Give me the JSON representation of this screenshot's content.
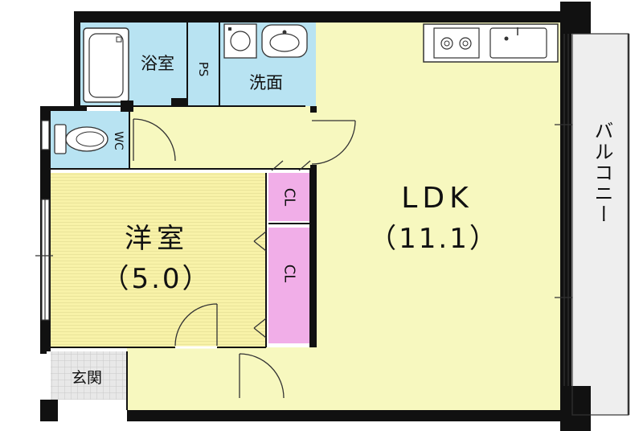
{
  "rooms": {
    "bath": "浴室",
    "ps": "PS",
    "washroom": "洗面",
    "wc": "WC",
    "ldk": "LDK",
    "ldk_size": "（11.1）",
    "western": "洋室",
    "western_size": "（5.0）",
    "cl_upper": "CL",
    "cl_lower": "CL",
    "entrance": "玄関",
    "balcony": "バルコニー"
  },
  "colors": {
    "ldk": "#f7f8bf",
    "western": "#f8f2a8",
    "wet": "#b8e3f2",
    "closet": "#f1aee8",
    "balcony": "#eeeeee",
    "wall": "#111111"
  }
}
